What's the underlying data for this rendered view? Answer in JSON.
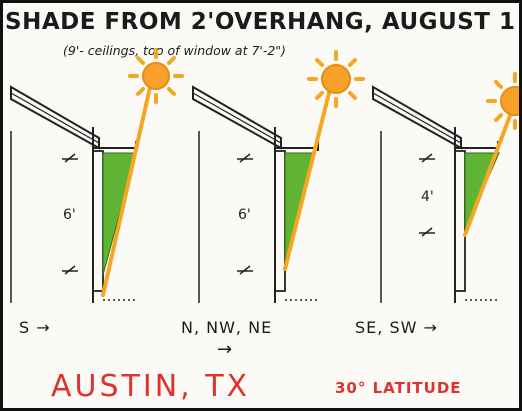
{
  "title": "SHADE FROM 2'OVERHANG, AUGUST 1",
  "subtitle": "(9'- ceilings, top of window at 7'-2\")",
  "panels": [
    {
      "dimension_label": "6'",
      "orientation_label": "S →",
      "icon": "sun-icon"
    },
    {
      "dimension_label": "6'",
      "orientation_label": "N, NW, NE",
      "arrow": "→",
      "icon": "sun-icon"
    },
    {
      "dimension_label": "4'",
      "orientation_label": "SE, SW →",
      "icon": "sun-icon"
    }
  ],
  "city": "AUSTIN, TX",
  "latitude": "30° LATITUDE",
  "colors": {
    "shade": "#5fb533",
    "sun": "#f7a02a",
    "sun_ray": "#f5a623",
    "city_text": "#e0312c",
    "ink": "#1b1b1b"
  }
}
